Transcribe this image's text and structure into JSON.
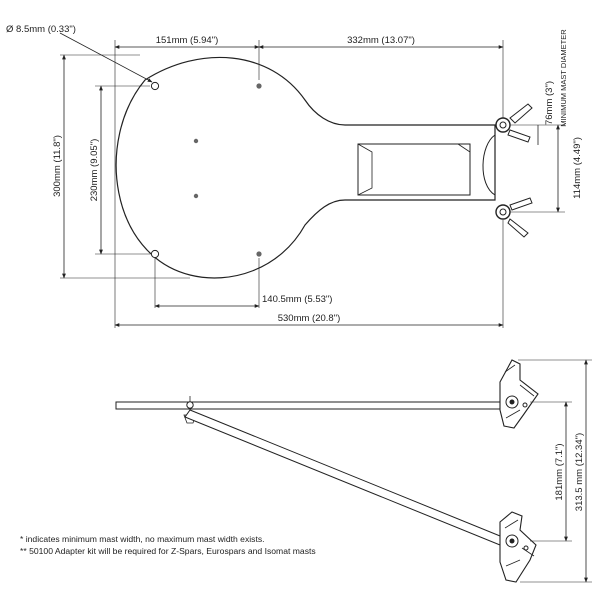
{
  "top_view": {
    "hole_diameter": "Ø 8.5mm (0.33\")",
    "dim_hole_spacing_top": "151mm (5.94\")",
    "dim_overall_to_mast": "332mm (13.07\")",
    "dim_plate_height": "300mm (11.8\")",
    "dim_hole_spacing_vertical": "230mm (9.05\")",
    "dim_hole_spacing_bottom": "140.5mm (5.53\")",
    "dim_overall_length": "530mm (20.8\")",
    "dim_min_mast": "76mm (3\")",
    "min_mast_label": "MINIMUM MAST DIAMETER",
    "dim_clamp_span": "114mm (4.49\")"
  },
  "side_view": {
    "dim_strut_drop": "181mm (7.1\")",
    "dim_total_height": "313.5 mm (12.34\")"
  },
  "notes": [
    "* indicates minimum mast width, no maximum mast width exists.",
    "** 50100 Adapter kit will be required for Z-Spars, Eurospars and Isomat masts"
  ]
}
